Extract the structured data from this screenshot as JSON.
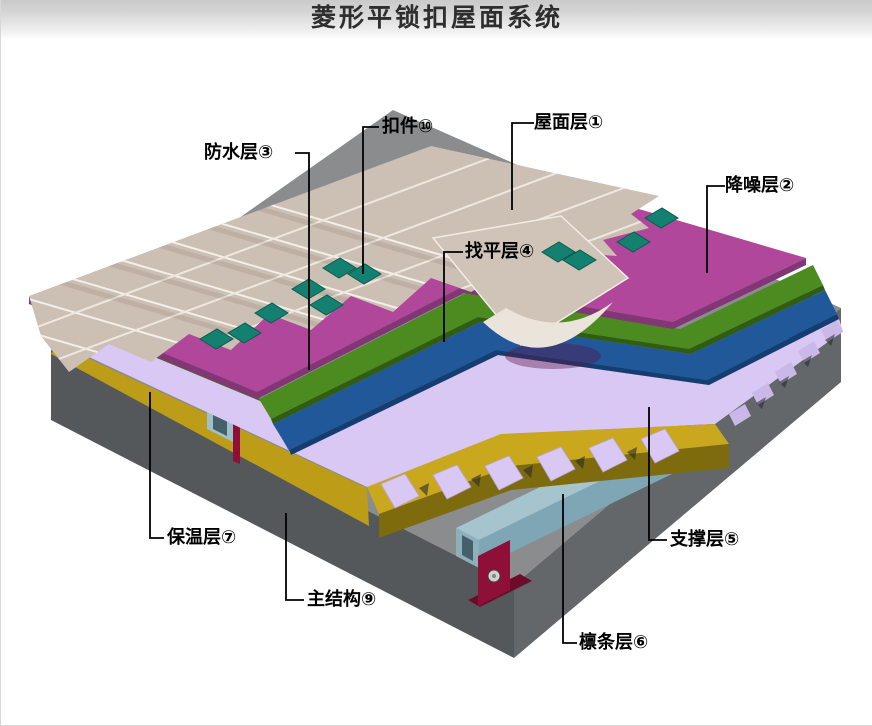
{
  "header": {
    "title": "菱形平锁扣屋面系统"
  },
  "diagram": {
    "labels": [
      {
        "id": "roof-layer",
        "text": "屋面层①"
      },
      {
        "id": "noise-layer",
        "text": "降噪层②"
      },
      {
        "id": "waterproof-layer",
        "text": "防水层③"
      },
      {
        "id": "leveling-layer",
        "text": "找平层④"
      },
      {
        "id": "support-layer",
        "text": "支撑层⑤"
      },
      {
        "id": "purlin-layer",
        "text": "檩条层⑥"
      },
      {
        "id": "insulation-layer",
        "text": "保温层⑦"
      },
      {
        "id": "structure-layer",
        "text": "主结构⑨"
      },
      {
        "id": "fastener",
        "text": "扣件⑩"
      }
    ],
    "colors": {
      "roof_tiles": "#ccbfb3",
      "noise_layer": "#b1479b",
      "waterproof_layer": "#4c8b20",
      "leveling_layer": "#20589a",
      "support_layer": "#d9c8f3",
      "purlin": "#a5c4ce",
      "insulation": "#c9a81e",
      "main_structure": "#8a8c8e",
      "fastener_clip": "#138070",
      "bracket": "#8e1038"
    }
  }
}
